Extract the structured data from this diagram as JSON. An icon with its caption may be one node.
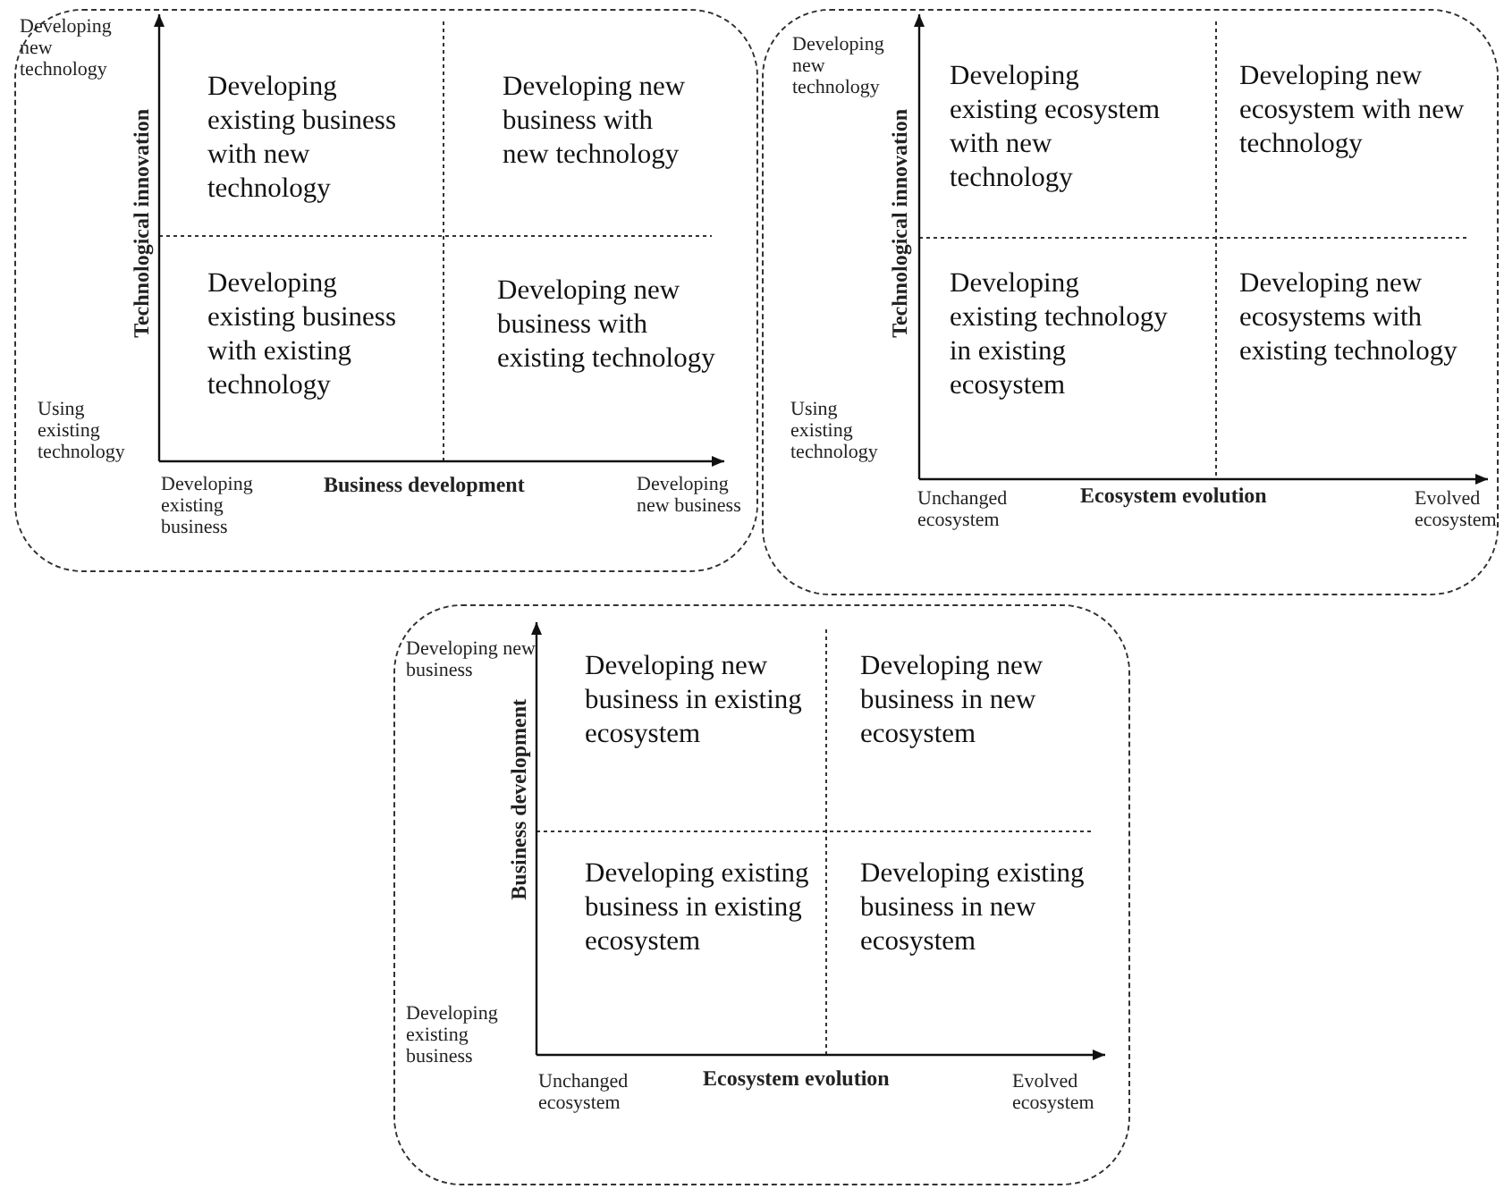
{
  "diagram": {
    "nodes": [
      {
        "text": [],
        "shape": "box"
      },
      {
        "text": [
          "Developing existing business with new technology"
        ],
        "in": 0
      },
      {
        "text": [
          "Developing new business with new technology"
        ],
        "in": 0
      },
      {
        "text": [
          "Developing existing business with existing technology"
        ],
        "in": 0
      },
      {
        "text": [
          "Developing new business with existing technology"
        ],
        "in": 0
      },
      {
        "text": [],
        "shape": "box"
      },
      {
        "text": [
          "Developing existing ecosystem  with new technology"
        ],
        "in": 5
      },
      {
        "text": [
          "Developing new ecosystem with new technology"
        ],
        "in": 5
      },
      {
        "text": [
          "Developing existing technology in existing ecosystem"
        ],
        "in": 5
      },
      {
        "text": [
          "Developing new ecosystems  with existing technology"
        ],
        "in": 5
      },
      {
        "text": [],
        "shape": "box"
      },
      {
        "text": [
          "Developing new business in existing ecosystem"
        ],
        "in": 10
      },
      {
        "text": [
          "Developing new business  in new ecosystem"
        ],
        "in": 10
      },
      {
        "text": [
          "Developing existing business in existing ecosystem"
        ],
        "in": 10
      },
      {
        "text": [
          "Developing existing business in new ecosystem"
        ],
        "in": 10
      }
    ],
    "edges": [],
    "labels": [
      "Developing new technology",
      "Technological innovation",
      "Using existing technology",
      "Developing existing business",
      "Business development",
      "Developing new business",
      "Developing new technology",
      "Technological innovation",
      "Using existing technology",
      "Unchanged ecosystem",
      "Ecosystem evolution",
      "Evolved ecosystem",
      "Developing new business",
      "Business development",
      "Developing existing business",
      "Unchanged ecosystem",
      "Ecosystem evolution",
      "Evolved ecosystem"
    ]
  }
}
